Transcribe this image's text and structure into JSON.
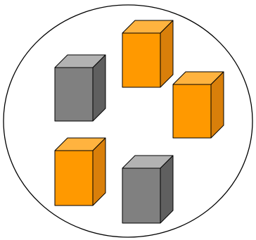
{
  "colors": {
    "background": "#ffffff",
    "outline": "#000000",
    "orange_front": "#ff9900",
    "orange_top": "#ffb33f",
    "orange_side": "#d97f0a",
    "gray_front": "#808080",
    "gray_top": "#b2b2b2",
    "gray_side": "#5f5f5f"
  },
  "container": {
    "shape": "ellipse",
    "label": ""
  },
  "blocks": [
    {
      "name": "gray-block-upper-left",
      "color": "gray"
    },
    {
      "name": "orange-block-top-center",
      "color": "orange"
    },
    {
      "name": "orange-block-right",
      "color": "orange"
    },
    {
      "name": "orange-block-lower-left",
      "color": "orange"
    },
    {
      "name": "gray-block-bottom-center",
      "color": "gray"
    }
  ]
}
